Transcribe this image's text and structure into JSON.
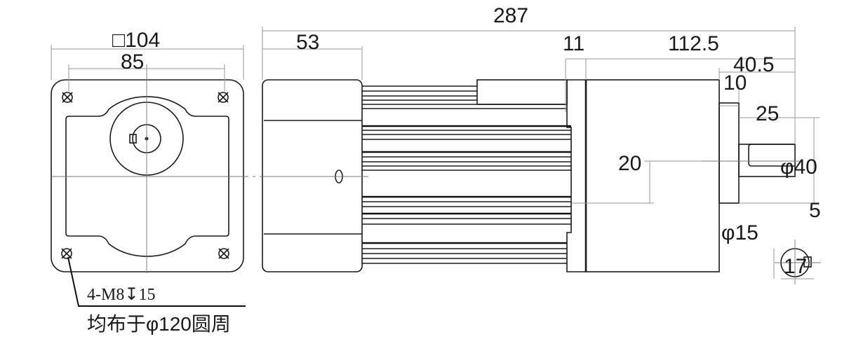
{
  "title": "Gear motor outline dimension drawing",
  "front_view": {
    "square_label": "□104",
    "hole_spacing_label": "85",
    "hole_spec_label": "4-M8↧15",
    "hole_circle_label": "均布于φ120圆周"
  },
  "side_view": {
    "overall_length_label": "287",
    "motor_cap_label": "53",
    "flange_label": "11",
    "gearbox_length_label": "112.5",
    "shaft_extension_label": "40.5",
    "collar_label": "10",
    "key_length_label": "25",
    "shaft_offset_label": "20",
    "pilot_diameter_label": "φ40"
  },
  "shaft_section": {
    "shaft_diameter_label": "φ15",
    "key_width_label": "5",
    "key_height_label": "17"
  }
}
